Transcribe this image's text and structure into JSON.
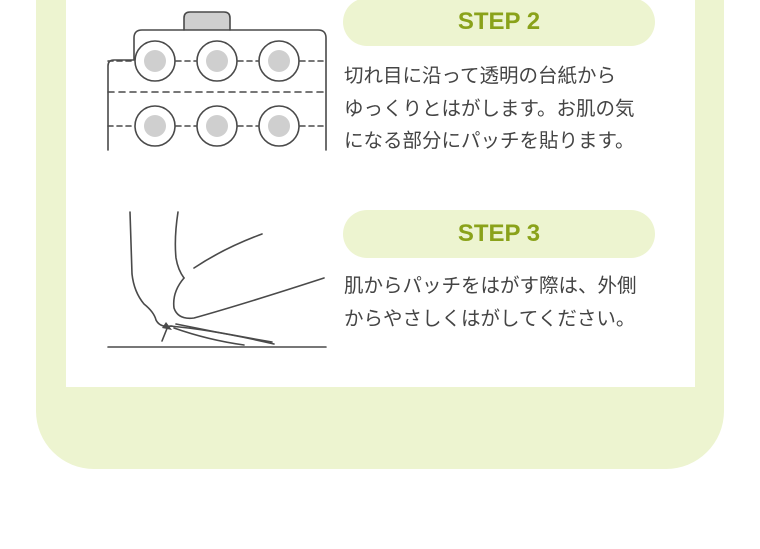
{
  "steps": [
    {
      "label": "STEP 2",
      "text": "切れ目に沿って透明の台紙から\nゆっくりとはがします。お肌の気\nになる部分にパッチを貼ります。",
      "illustration": "patch-sheet-peel-illustration"
    },
    {
      "label": "STEP 3",
      "text": "肌からパッチをはがす際は、外側\nからやさしくはがしてください。",
      "illustration": "finger-peel-patch-illustration"
    }
  ],
  "colors": {
    "frame_background": "#edf4d0",
    "panel_background": "#ffffff",
    "step_label": "#8aa21a",
    "body_text": "#444444",
    "line_art": "#4a4a4a",
    "patch_fill": "#cfcfcf"
  }
}
